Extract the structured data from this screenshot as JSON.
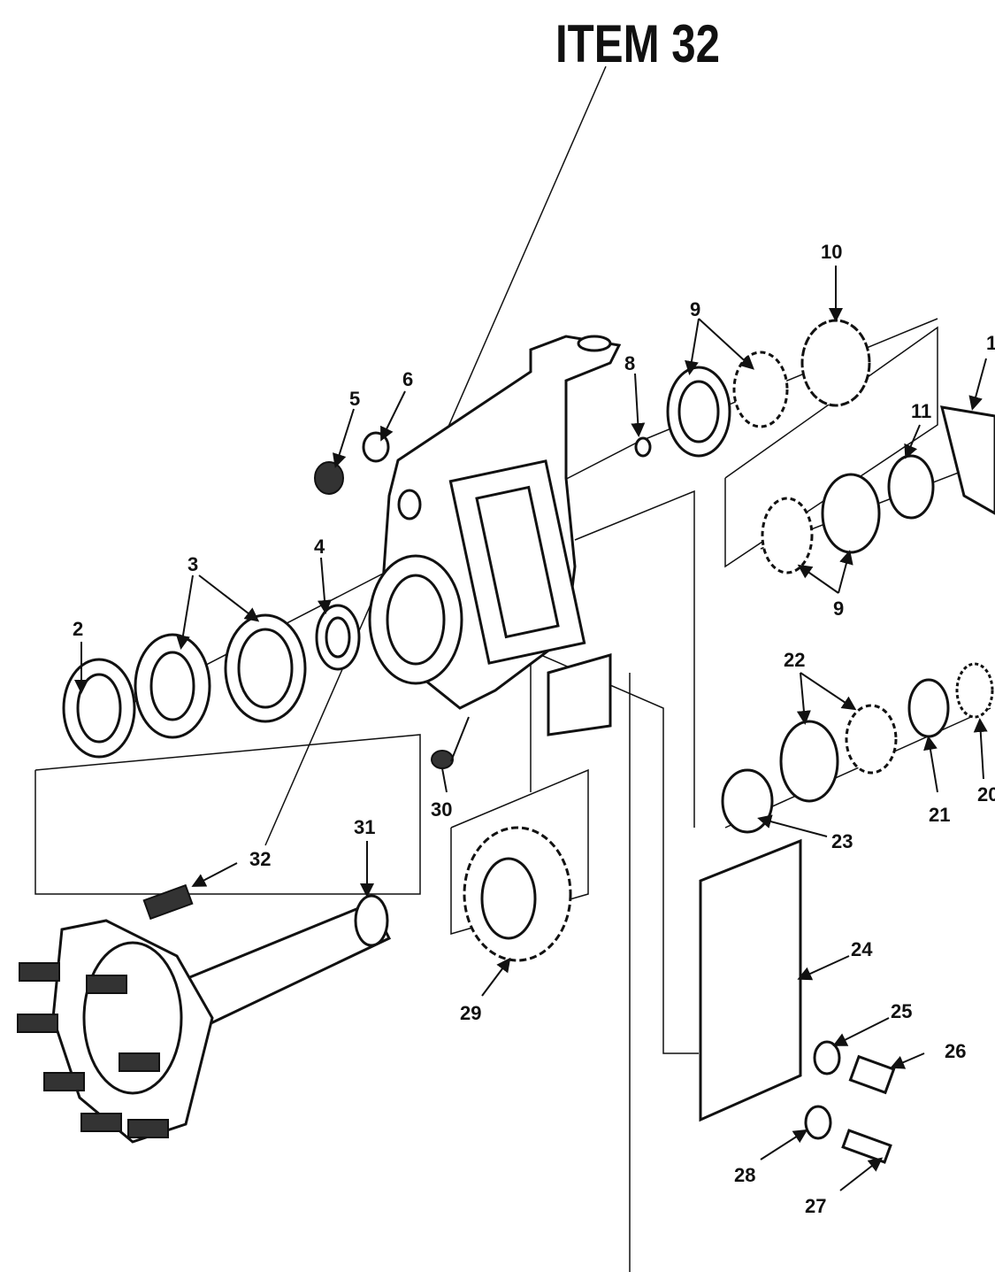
{
  "title": "ITEM 32",
  "callouts": {
    "c1": "1",
    "c2": "2",
    "c3": "3",
    "c4": "4",
    "c5": "5",
    "c6": "6",
    "c8": "8",
    "c9a": "9",
    "c9b": "9",
    "c10": "10",
    "c11": "11",
    "c20": "20",
    "c21": "21",
    "c22": "22",
    "c23": "23",
    "c24": "24",
    "c25": "25",
    "c26": "26",
    "c27": "27",
    "c28": "28",
    "c29": "29",
    "c30": "30",
    "c31": "31",
    "c32": "32"
  }
}
